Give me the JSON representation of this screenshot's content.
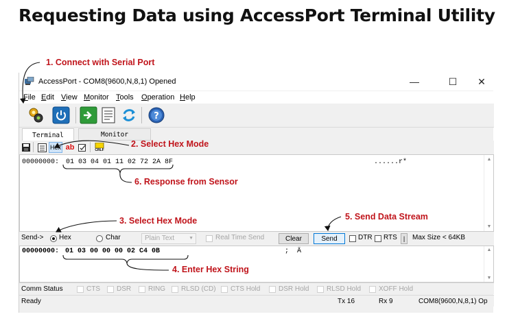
{
  "page_title": "Requesting Data using AccessPort Terminal Utility",
  "window": {
    "title": "AccessPort - COM8(9600,N,8,1) Opened",
    "controls": {
      "minimize": "—",
      "maximize": "☐",
      "close": "✕"
    }
  },
  "menu": [
    "File",
    "Edit",
    "View",
    "Monitor",
    "Tools",
    "Operation",
    "Help"
  ],
  "toolbar_icons": [
    "connect-serial-icon",
    "power-icon",
    "open-icon",
    "notes-icon",
    "refresh-icon",
    "help-icon"
  ],
  "tabs": [
    {
      "label": "Terminal",
      "active": true
    },
    {
      "label": "Monitor",
      "active": false
    }
  ],
  "mini_toolbar": {
    "hex_label": "Hex",
    "ab_label": "ab",
    "crlf_label": "CRLF"
  },
  "receive": {
    "address": "00000000:",
    "hex": "01 03 04 01 11 02 72 2A 8F",
    "ascii": "......r*"
  },
  "send_bar": {
    "send_label": "Send->",
    "hex_label": "Hex",
    "char_label": "Char",
    "select_value": "Plain Text",
    "real_time_send": "Real Time Send",
    "clear": "Clear",
    "send": "Send",
    "dtr": "DTR",
    "rts": "RTS",
    "pipe": "|",
    "max_size": "Max Size < 64KB"
  },
  "send_input": {
    "address": "00000000:",
    "hex": "01 03 00 00 00 02 C4 0B",
    "ascii": ";  Ä"
  },
  "comm_status": {
    "label": "Comm Status",
    "items": [
      "CTS",
      "DSR",
      "RING",
      "RLSD (CD)",
      "CTS Hold",
      "DSR Hold",
      "RLSD Hold",
      "XOFF Hold"
    ]
  },
  "status": {
    "ready": "Ready",
    "tx": "Tx 16",
    "rx": "Rx 9",
    "port": "COM8(9600,N,8,1) Op"
  },
  "annotations": {
    "a1": "1. Connect with Serial Port",
    "a2": "2. Select Hex Mode",
    "a3": "3. Select Hex Mode",
    "a4": "4. Enter Hex String",
    "a5": "5. Send Data Stream",
    "a6": "6. Response from Sensor"
  },
  "colors": {
    "annotation": "#c0141b",
    "accent": "#0078d7"
  }
}
